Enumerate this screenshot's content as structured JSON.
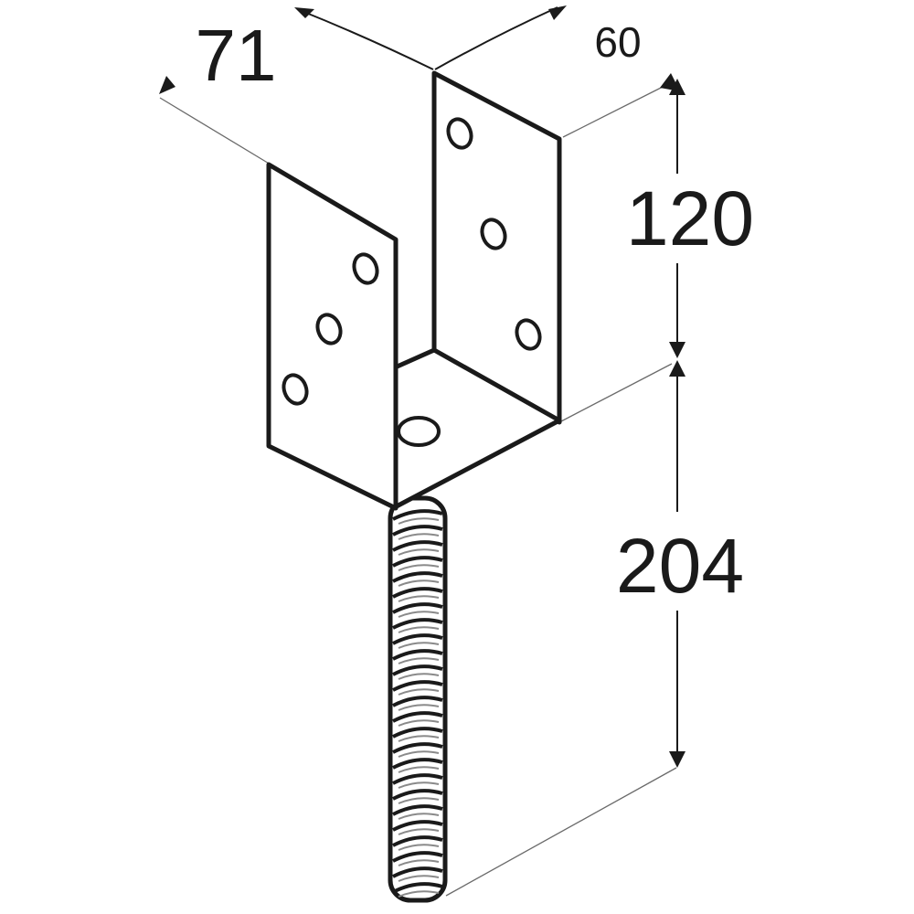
{
  "diagram": {
    "dimensions": {
      "width_label": "71",
      "depth_label": "60",
      "bracket_height_label": "120",
      "rod_length_label": "204"
    },
    "colors": {
      "line": "#1a1a1a",
      "extension_line": "#6a6a6a",
      "fill": "#ffffff"
    }
  }
}
